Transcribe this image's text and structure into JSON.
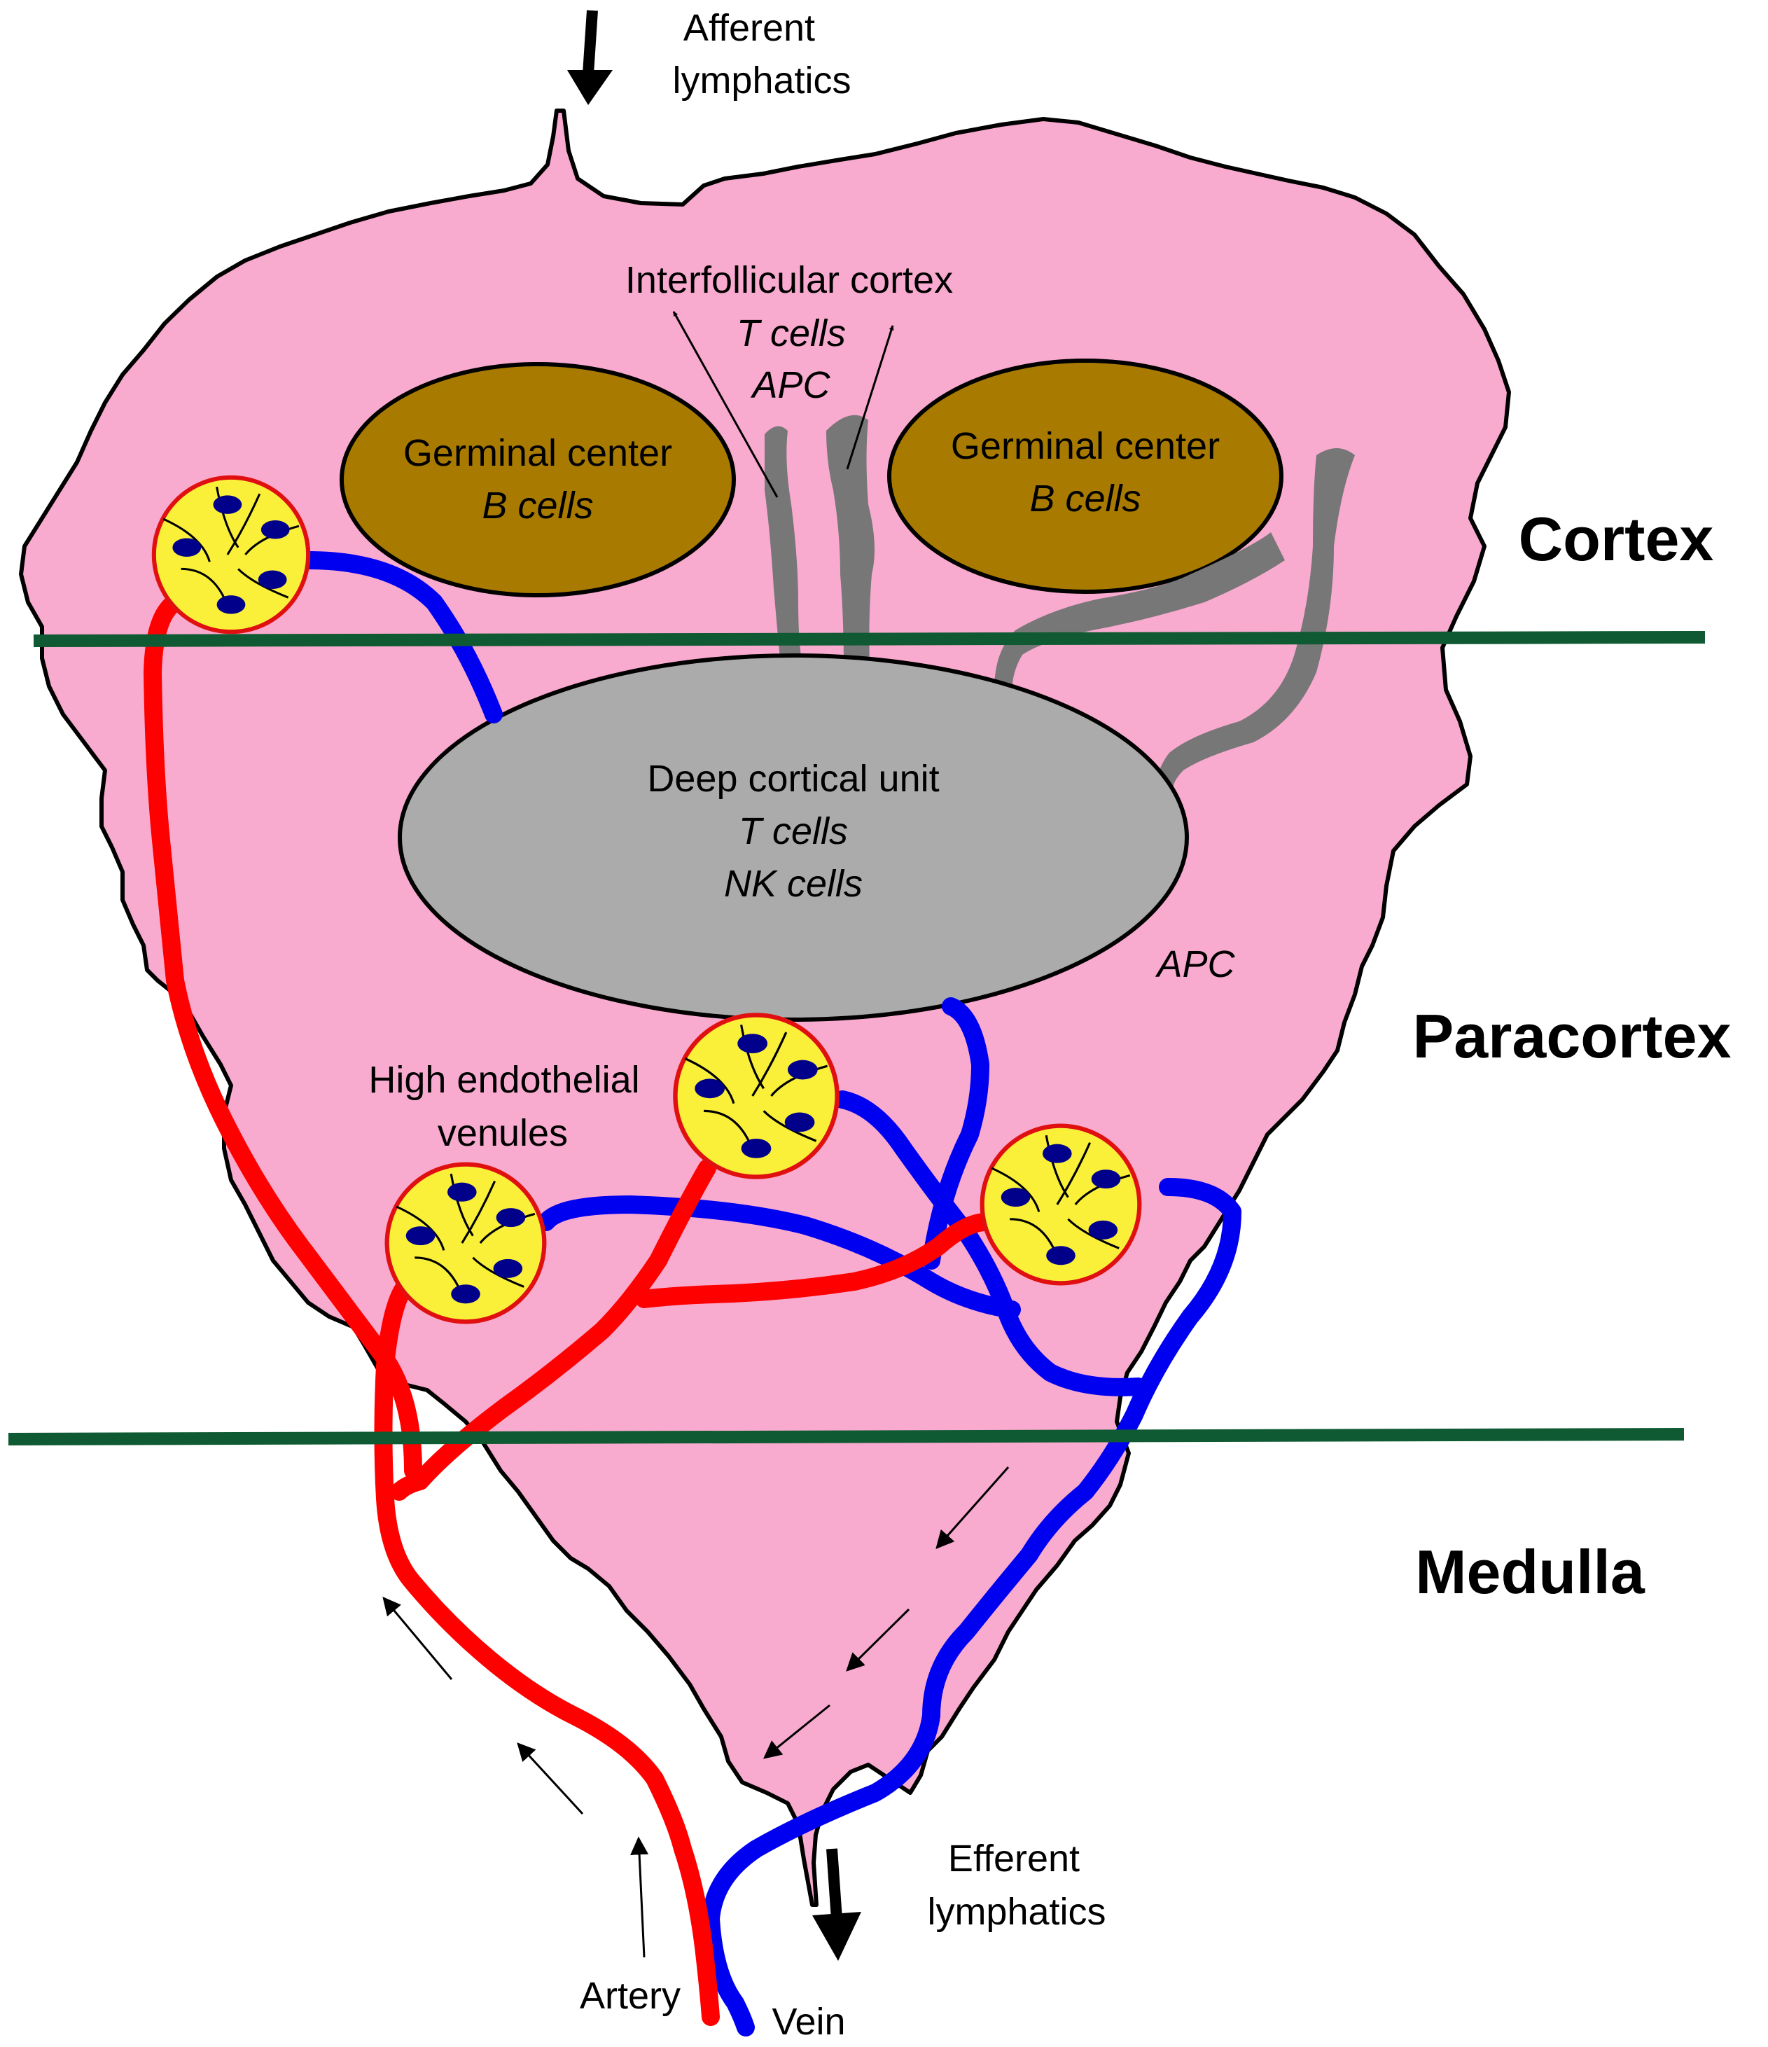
{
  "labels": {
    "afferent_1": "Afferent",
    "afferent_2": "lymphatics",
    "interfollicular": "Interfollicular cortex",
    "interfollicular_t": "T cells",
    "interfollicular_apc": "APC",
    "gc_left_1": "Germinal center",
    "gc_left_2": "B cells",
    "gc_right_1": "Germinal center",
    "gc_right_2": "B cells",
    "cortex": "Cortex",
    "dcu_1": "Deep cortical unit",
    "dcu_2": "T cells",
    "dcu_3": "NK cells",
    "apc": "APC",
    "paracortex": "Paracortex",
    "hev_1": "High endothelial",
    "hev_2": "venules",
    "medulla": "Medulla",
    "efferent_1": "Efferent",
    "efferent_2": "lymphatics",
    "artery": "Artery",
    "vein": "Vein"
  },
  "colors": {
    "node_fill": "#F9AACF",
    "germinal_center": "#A87B00",
    "deep_cortical_unit": "#ABABAB",
    "artery": "#FF0000",
    "vein": "#0000F0",
    "hev_fill": "#FAF03A",
    "hev_nucleus": "#00008B",
    "zone_boundary": "#0F5A32",
    "lymph_channel": "#777777"
  }
}
